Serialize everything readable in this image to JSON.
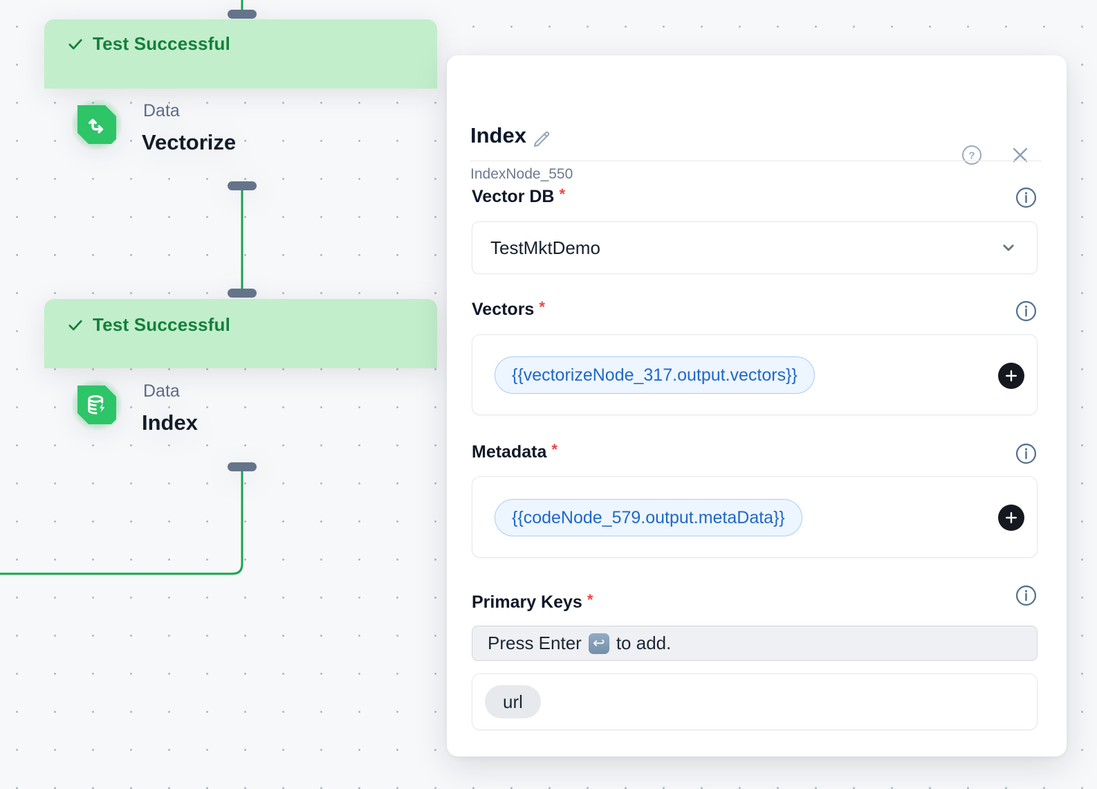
{
  "canvas": {
    "nodes": [
      {
        "status": "Test Successful",
        "category": "Data",
        "title": "Vectorize"
      },
      {
        "status": "Test Successful",
        "category": "Data",
        "title": "Index"
      }
    ]
  },
  "panel": {
    "title": "Index",
    "subtitle": "IndexNode_550",
    "required_marker": "*",
    "vector_db": {
      "label": "Vector DB",
      "value": "TestMktDemo"
    },
    "vectors": {
      "label": "Vectors",
      "chip": "{{vectorizeNode_317.output.vectors}}"
    },
    "metadata": {
      "label": "Metadata",
      "chip": "{{codeNode_579.output.metaData}}"
    },
    "primary_keys": {
      "label": "Primary Keys",
      "hint_prefix": "Press Enter",
      "hint_suffix": "to add.",
      "keys": [
        "url"
      ]
    }
  },
  "colors": {
    "accent_green": "#17a64a",
    "banner_green": "#c2eecb",
    "banner_text": "#157f3c",
    "icon_green": "#2ec468",
    "chip_blue_text": "#2068c8",
    "chip_blue_bg": "#edf5fe",
    "handle_slate": "#64748b",
    "required_red": "#ef4444"
  }
}
